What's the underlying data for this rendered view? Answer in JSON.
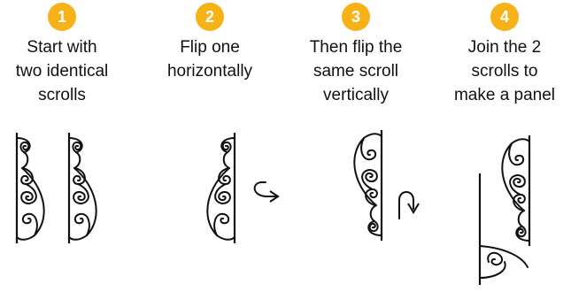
{
  "colors": {
    "badge": "#F7B218",
    "ink": "#111111"
  },
  "steps": [
    {
      "number": "1",
      "text": "Start with\ntwo identical\nscrolls"
    },
    {
      "number": "2",
      "text": "Flip one\nhorizontally"
    },
    {
      "number": "3",
      "text": "Then flip the\nsame scroll\nvertically"
    },
    {
      "number": "4",
      "text": "Join the 2\nscrolls to\nmake a panel"
    }
  ],
  "icons": {
    "flip_horizontal": "hook-right-arrow-icon",
    "flip_vertical": "hook-down-arrow-icon"
  }
}
